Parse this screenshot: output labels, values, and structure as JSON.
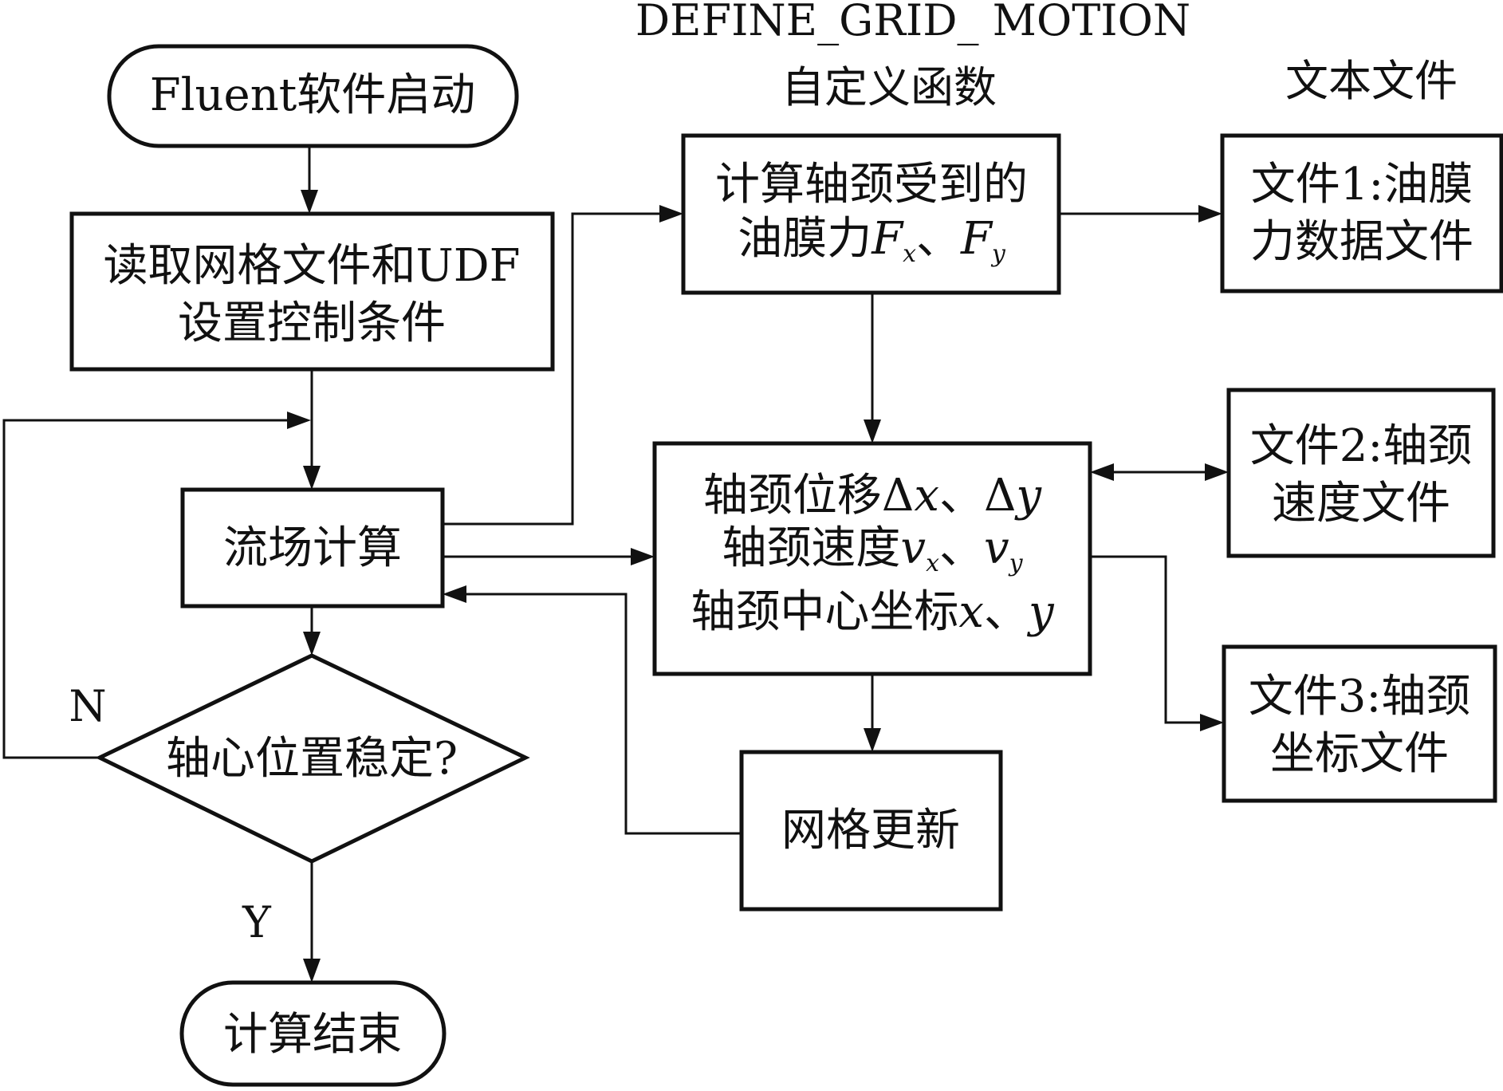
{
  "headers": {
    "udf_name": "DEFINE_GRID_ MOTION",
    "udf_desc": "自定义函数",
    "text_files": "文本文件"
  },
  "nodes": {
    "start": "Fluent软件启动",
    "read": {
      "line1": "读取网格文件和UDF",
      "line2": "设置控制条件"
    },
    "flow": "流场计算",
    "decision": "轴心位置稳定?",
    "end": "计算结束",
    "force": {
      "line1": "计算轴颈受到的",
      "line2_prefix": "油膜力",
      "F": "F",
      "x": "x",
      "y": "y",
      "sep": "、"
    },
    "motion": {
      "line1_prefix": "轴颈位移",
      "delta": "Δ",
      "x": "x",
      "y": "y",
      "sep": "、",
      "line2_prefix": "轴颈速度",
      "v": "v",
      "line3_prefix": "轴颈中心坐标"
    },
    "grid": "网格更新",
    "file1": {
      "line1": "文件1:油膜",
      "line2": "力数据文件"
    },
    "file2": {
      "line1": "文件2:轴颈",
      "line2": "速度文件"
    },
    "file3": {
      "line1": "文件3:轴颈",
      "line2": "坐标文件"
    }
  },
  "branch_labels": {
    "no": "N",
    "yes": "Y"
  }
}
